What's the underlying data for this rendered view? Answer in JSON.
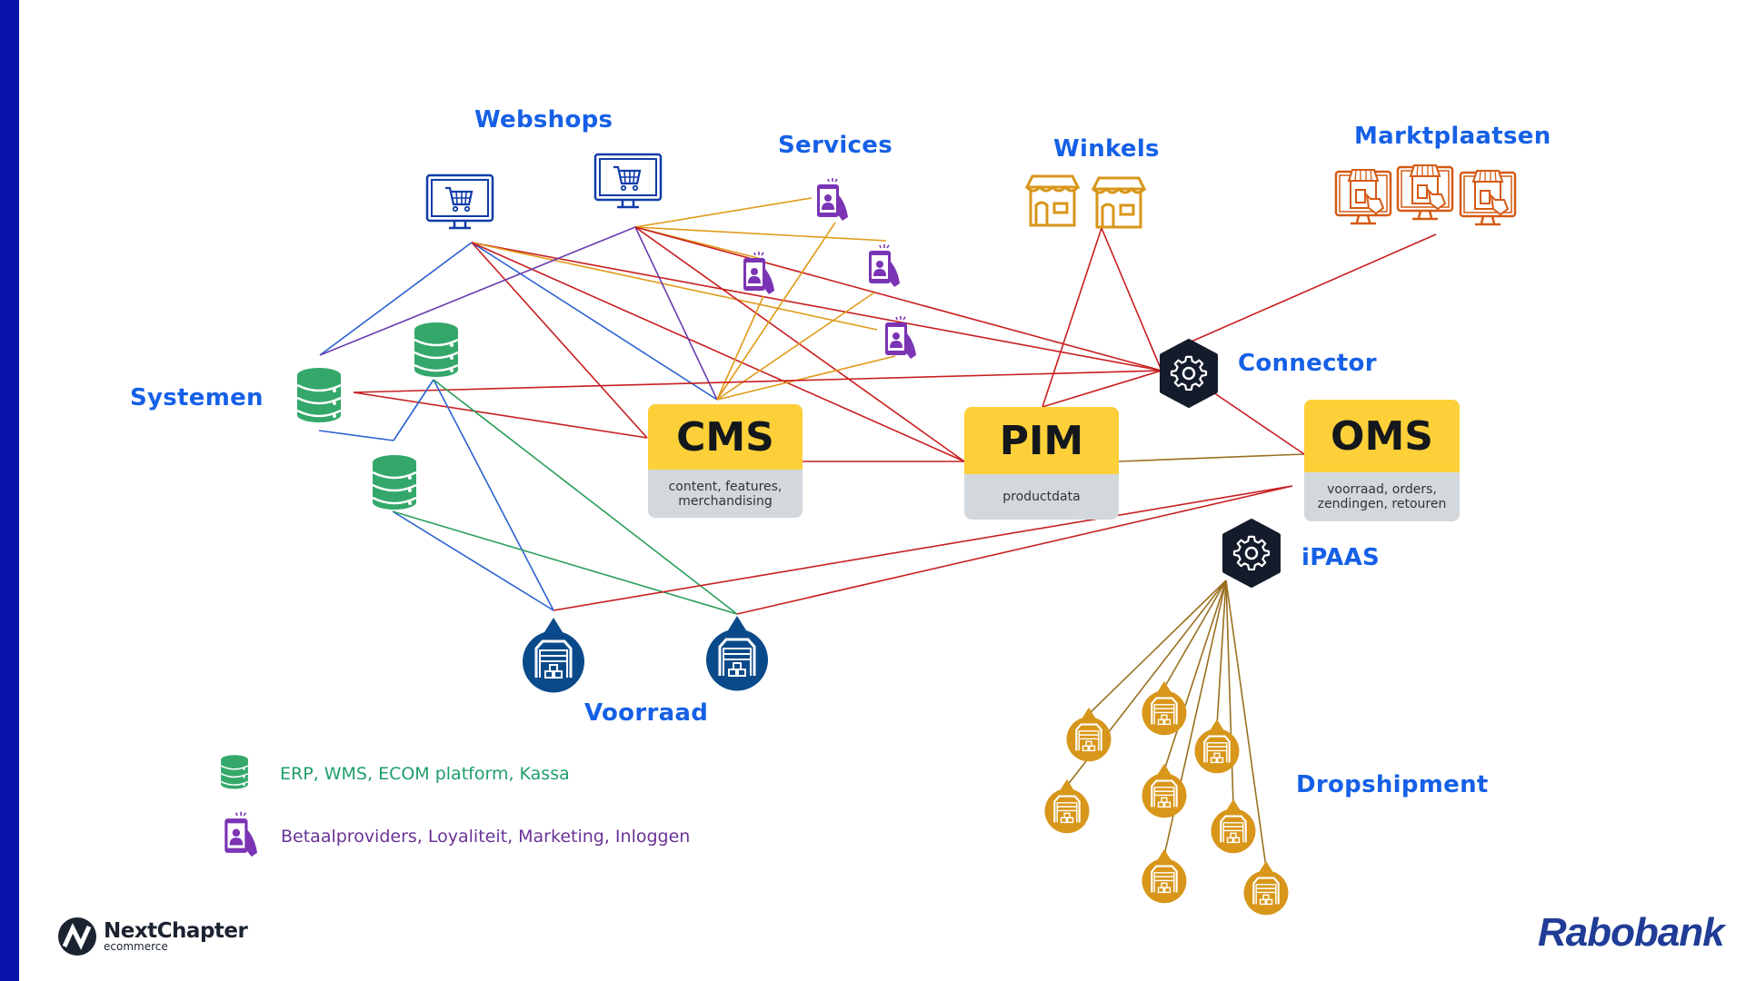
{
  "slide": {
    "accent_bar_color": "#0a14aa"
  },
  "groups": {
    "webshops": "Webshops",
    "services": "Services",
    "winkels": "Winkels",
    "marktplaatsen": "Marktplaatsen",
    "systemen": "Systemen",
    "connector": "Connector",
    "ipaas": "iPAAS",
    "voorraad": "Voorraad",
    "dropshipment": "Dropshipment"
  },
  "systems": {
    "cms": {
      "title": "CMS",
      "subtitle": "content, features, merchandising"
    },
    "pim": {
      "title": "PIM",
      "subtitle": "productdata"
    },
    "oms": {
      "title": "OMS",
      "subtitle": "voorraad, orders, zendingen, retouren"
    }
  },
  "legend": [
    {
      "icon": "database-icon",
      "label": "ERP, WMS, ECOM platform, Kassa",
      "color": "#1e9e6a"
    },
    {
      "icon": "mobile-user-icon",
      "label": "Betaalproviders, Loyaliteit, Marketing, Inloggen",
      "color": "#6a3296"
    }
  ],
  "logos": {
    "left_name": "NextChapter",
    "left_sub": "ecommerce",
    "right_name": "Rabobank"
  },
  "colors": {
    "label_blue": "#1560e6",
    "system_yellow": "#fdd039",
    "system_grey": "#d3d8dd",
    "database_green": "#34a86b",
    "service_purple": "#7a34b4",
    "store_gold": "#d8961a",
    "market_orange": "#d45a14",
    "warehouse_navy": "#0b4a8a",
    "dropship_gold": "#d8961a",
    "hub_dark": "#141c2c",
    "line_red": "#c81e1e",
    "line_blue": "#2a62d0",
    "line_purple": "#6a3cb0",
    "line_gold": "#e09a1a",
    "line_green": "#2a9e5a",
    "line_brown": "#9a7020"
  }
}
